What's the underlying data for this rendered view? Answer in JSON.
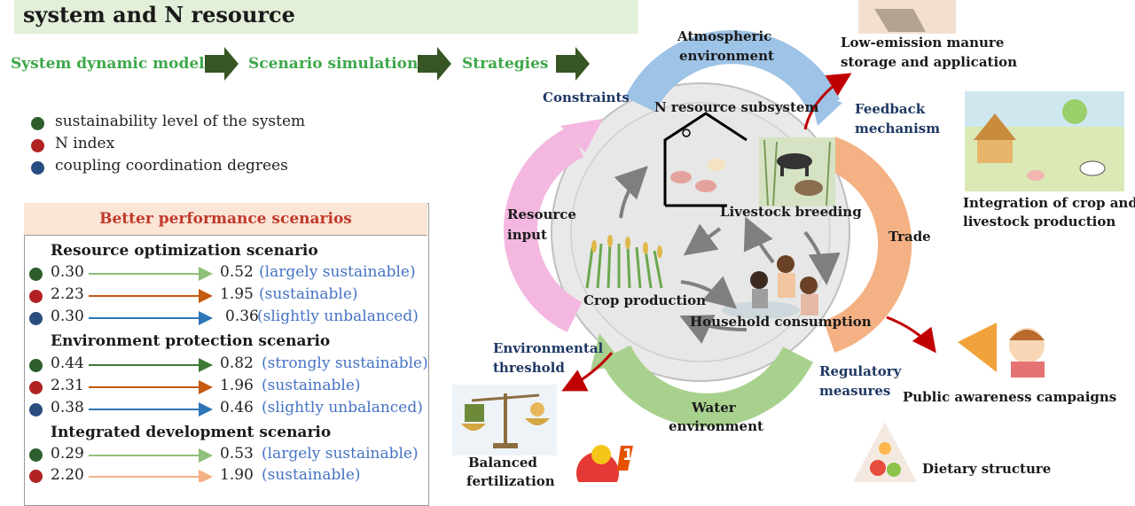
{
  "header": {
    "title": "system and N resource"
  },
  "flow": {
    "step1": "System dynamic model",
    "step2": "Scenario simulation",
    "step3": "Strategies"
  },
  "legend": {
    "sustainability": "sustainability level of the system",
    "n_index": "N index",
    "coupling": "coupling coordination degrees",
    "colors": {
      "sustainability": "#2e5e2e",
      "n_index": "#b22222",
      "coupling": "#2a4d7f"
    }
  },
  "performance": {
    "title": "Better performance scenarios",
    "scenarios": [
      {
        "name": "Resource optimization scenario",
        "rows": [
          {
            "from": "0.30",
            "to": "0.52",
            "status": "(largely sustainable)"
          },
          {
            "from": "2.23",
            "to": "1.95",
            "status": "(sustainable)"
          },
          {
            "from": "0.30",
            "to": "0.36",
            "status": "(slightly unbalanced)"
          }
        ]
      },
      {
        "name": "Environment protection scenario",
        "rows": [
          {
            "from": "0.44",
            "to": "0.82",
            "status": "(strongly sustainable)"
          },
          {
            "from": "2.31",
            "to": "1.96",
            "status": "(sustainable)"
          },
          {
            "from": "0.38",
            "to": "0.46",
            "status": "(slightly unbalanced)"
          }
        ]
      },
      {
        "name": "Integrated development scenario",
        "rows": [
          {
            "from": "0.29",
            "to": "0.53",
            "status": "(largely sustainable)"
          },
          {
            "from": "2.20",
            "to": "1.90",
            "status": "(sustainable)"
          }
        ]
      }
    ]
  },
  "diagram": {
    "atmospheric": "Atmospheric environment",
    "atmospheric_l1": "Atmospheric",
    "atmospheric_l2": "environment",
    "constraints": "Constraints",
    "n_subsystem": "N resource subsystem",
    "feedback_l1": "Feedback",
    "feedback_l2": "mechanism",
    "resource_l1": "Resource",
    "resource_l2": "input",
    "trade": "Trade",
    "livestock": "Livestock breeding",
    "crop": "Crop production",
    "household": "Household consumption",
    "env_threshold_l1": "Environmental",
    "env_threshold_l2": "threshold",
    "regulatory_l1": "Regulatory",
    "regulatory_l2": "measures",
    "water_l1": "Water",
    "water_l2": "environment"
  },
  "strategies": {
    "manure_l1": "Low-emission manure",
    "manure_l2": "storage and application",
    "integration_l1": "Integration of crop and",
    "integration_l2": "livestock production",
    "awareness": "Public awareness campaigns",
    "dietary": "Dietary structure",
    "balanced_l1": "Balanced",
    "balanced_l2": "fertilization",
    "rank_badge": "1"
  }
}
